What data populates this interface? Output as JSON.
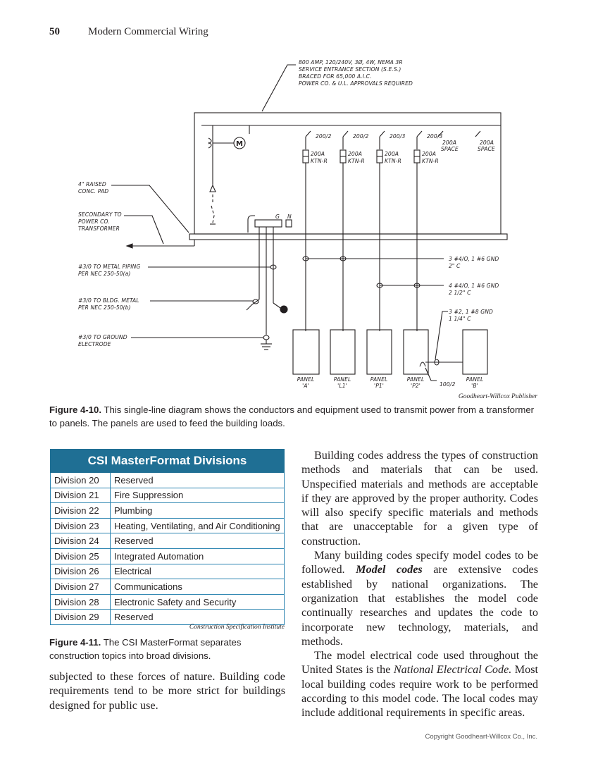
{
  "header": {
    "page_number": "50",
    "book_title": "Modern Commercial Wiring"
  },
  "diagram": {
    "callout_top": [
      "800 AMP, 120/240V, 3Ø, 4W, NEMA 3R",
      "SERVICE ENTRANCE SECTION (S.E.S.)",
      "BRACED FOR 65,000 A.I.C.",
      "POWER CO. & U.L. APPROVALS REQUIRED"
    ],
    "meter_label": "M",
    "breakers": [
      "200/2",
      "200/2",
      "200/3",
      "200/3"
    ],
    "fuses": [
      [
        "200A",
        "KTN-R"
      ],
      [
        "200A",
        "KTN-R"
      ],
      [
        "200A",
        "KTN-R"
      ],
      [
        "200A",
        "KTN-R"
      ]
    ],
    "spaces": [
      [
        "200A",
        "SPACE"
      ],
      [
        "200A",
        "SPACE"
      ]
    ],
    "left_labels": {
      "pad": [
        "4\" RAISED",
        "CONC. PAD"
      ],
      "secondary": [
        "SECONDARY TO",
        "POWER CO.",
        "TRANSFORMER"
      ],
      "metal_piping": [
        "#3/0 TO METAL PIPING",
        "PER NEC 250-50(a)"
      ],
      "bldg_metal": [
        "#3/0 TO BLDG. METAL",
        "PER NEC 250-50(b)"
      ],
      "ground": [
        "#3/0 TO GROUND",
        "ELECTRODE"
      ]
    },
    "gn": [
      "G",
      "N"
    ],
    "right_labels": {
      "a": [
        "3 #4/O, 1 #6 GND",
        "2\" C"
      ],
      "b": [
        "4 #4/O, 1 #6 GND",
        "2 1/2\" C"
      ],
      "c": [
        "3 #2, 1 #8 GND",
        "1 1/4\" C"
      ]
    },
    "panels": [
      [
        "PANEL",
        "'A'"
      ],
      [
        "PANEL",
        "'L1'"
      ],
      [
        "PANEL",
        "'P1'"
      ],
      [
        "PANEL",
        "'P2'"
      ],
      [
        "PANEL",
        "'B'"
      ]
    ],
    "sub_breaker": "100/2"
  },
  "figure_4_10": {
    "credit": "Goodheart-Willcox Publisher",
    "label": "Figure 4-10.",
    "caption": "This single-line diagram shows the conductors and equipment used to transmit power from a transformer to panels. The panels are used to feed the building loads."
  },
  "table": {
    "title": "CSI MasterFormat Divisions",
    "rows": [
      [
        "Division 20",
        "Reserved"
      ],
      [
        "Division 21",
        "Fire Suppression"
      ],
      [
        "Division 22",
        "Plumbing"
      ],
      [
        "Division 23",
        "Heating, Ventilating, and Air Conditioning"
      ],
      [
        "Division 24",
        "Reserved"
      ],
      [
        "Division 25",
        "Integrated Automation"
      ],
      [
        "Division 26",
        "Electrical"
      ],
      [
        "Division 27",
        "Communications"
      ],
      [
        "Division 28",
        "Electronic Safety and Security"
      ],
      [
        "Division 29",
        "Reserved"
      ]
    ],
    "credit": "Construction Specification Institute",
    "header_color": "#1f6f94",
    "border_color": "#2d85b1"
  },
  "figure_4_11": {
    "label": "Figure 4-11.",
    "caption": "The CSI MasterFormat separates construction topics into broad divisions."
  },
  "left_column": {
    "paragraph": "subjected to these forces of nature. Building code requirements tend to be more strict for buildings designed for public use."
  },
  "right_column": {
    "p1": "Building codes address the types of construction methods and materials that can be used. Unspecified materials and methods are acceptable if they are approved by the proper authority. Codes will also specify specific materials and methods that are unacceptable for a given type of construction.",
    "p2_before": "Many building codes specify model codes to be followed.",
    "p2_term": "Model codes",
    "p2_after": "are extensive codes established by national organizations. The organization that establishes the model code continually researches and updates the code to incorporate new technology, materials, and methods.",
    "p3_before": "The model electrical code used throughout the United States is the",
    "p3_ref": "National Electrical Code.",
    "p3_after": "Most local building codes require work to be performed according to this model code. The local codes may include additional requirements in specific areas."
  },
  "footer": {
    "copyright": "Copyright Goodheart-Willcox Co., Inc."
  }
}
